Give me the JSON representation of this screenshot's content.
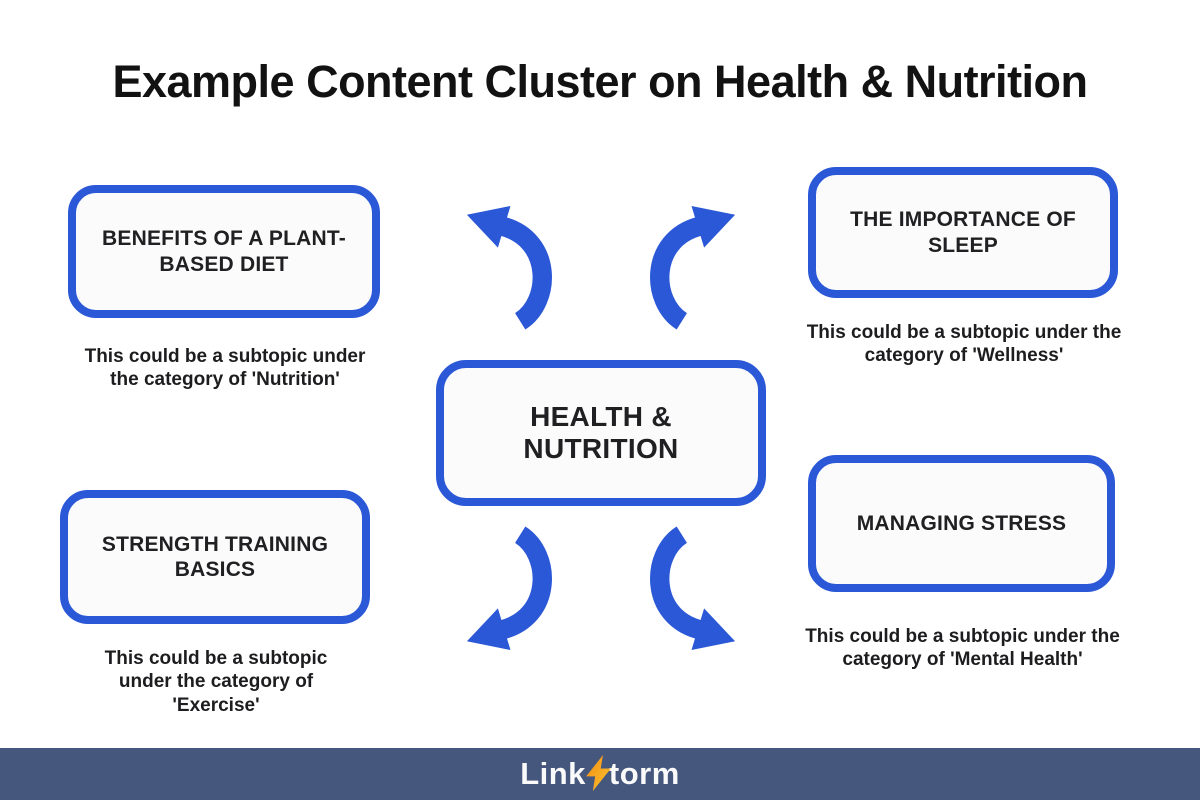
{
  "title": "Example Content Cluster on Health & Nutrition",
  "center_topic": {
    "label": "HEALTH & NUTRITION"
  },
  "subtopics": [
    {
      "position": "top-left",
      "label": "BENEFITS OF A PLANT-BASED DIET",
      "caption": "This could be a subtopic under the category of 'Nutrition'"
    },
    {
      "position": "top-right",
      "label": "THE IMPORTANCE OF SLEEP",
      "caption": "This could be a subtopic under the category of 'Wellness'"
    },
    {
      "position": "bottom-left",
      "label": "STRENGTH TRAINING BASICS",
      "caption": "This could be a subtopic under the category of 'Exercise'"
    },
    {
      "position": "bottom-right",
      "label": "MANAGING STRESS",
      "caption": "This could be a subtopic under the category of 'Mental Health'"
    }
  ],
  "arrows": [
    {
      "icon": "curved-arrow-icon",
      "direction": "center-to-top-left"
    },
    {
      "icon": "curved-arrow-icon",
      "direction": "center-to-top-right"
    },
    {
      "icon": "curved-arrow-icon",
      "direction": "center-to-bottom-left"
    },
    {
      "icon": "curved-arrow-icon",
      "direction": "center-to-bottom-right"
    }
  ],
  "footer": {
    "logo_prefix": "Link",
    "logo_suffix": "torm",
    "logo_bolt_icon": "lightning-bolt-icon"
  },
  "colors": {
    "accent_blue": "#2b58d7",
    "footer_bg": "#45577d",
    "bolt_orange": "#f08d16",
    "bolt_yellow": "#fcc32d",
    "ink": "#1d1d1f",
    "box_fill": "#fbfbfc"
  }
}
